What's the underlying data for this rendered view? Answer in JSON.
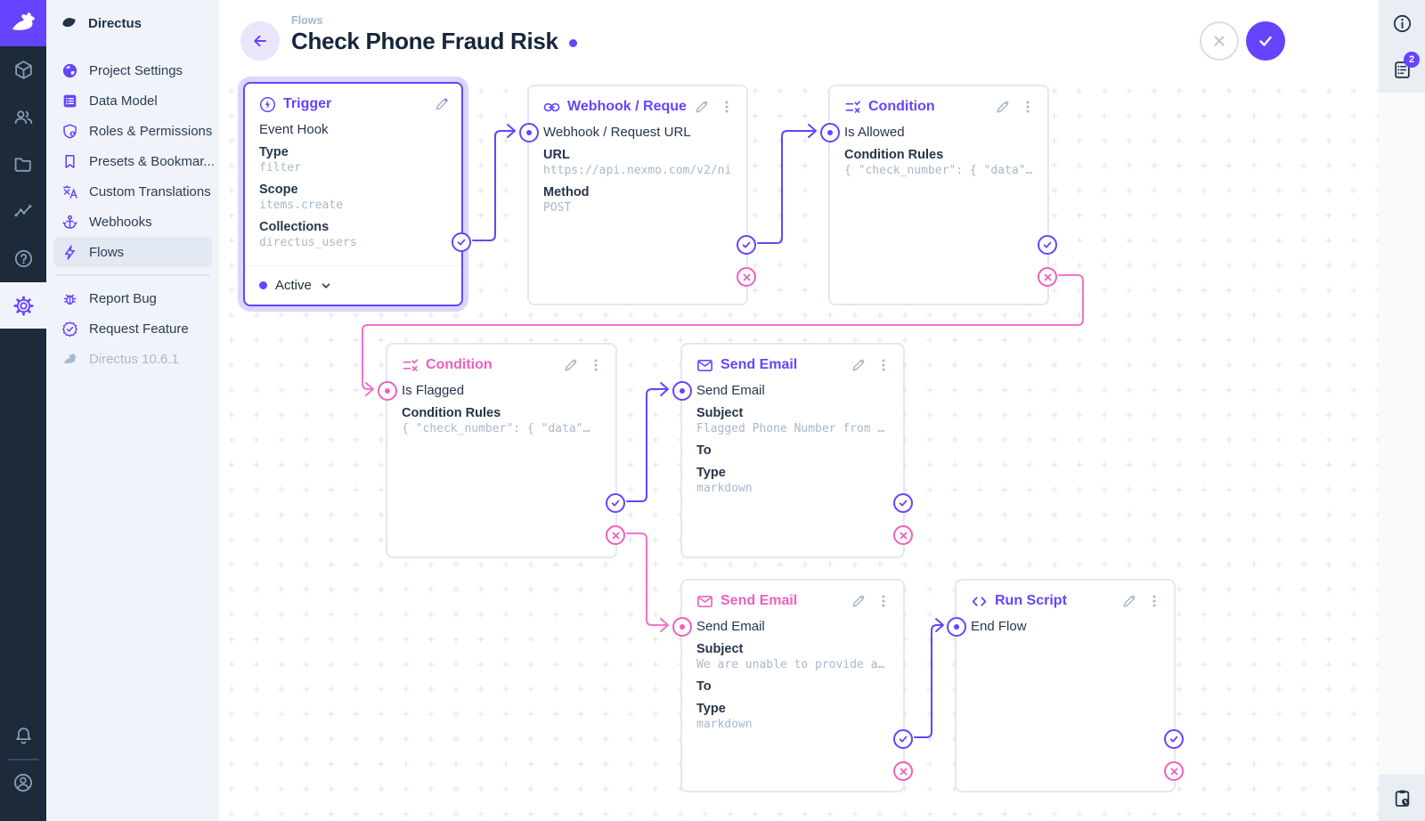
{
  "app": {
    "brand": "Directus"
  },
  "colors": {
    "accent": "#6644ff",
    "reject_pink": "#ee5fc0",
    "module_bar_bg": "#1c2a3a",
    "sidebar_bg": "#f0f4fa"
  },
  "sidebar": {
    "title": "Directus",
    "items": [
      {
        "label": "Project Settings"
      },
      {
        "label": "Data Model"
      },
      {
        "label": "Roles & Permissions"
      },
      {
        "label": "Presets & Bookmar..."
      },
      {
        "label": "Custom Translations"
      },
      {
        "label": "Webhooks"
      },
      {
        "label": "Flows"
      }
    ],
    "footer_items": [
      {
        "label": "Report Bug"
      },
      {
        "label": "Request Feature"
      }
    ],
    "version": "Directus 10.6.1"
  },
  "header": {
    "breadcrumb": "Flows",
    "title": "Check Phone Fraud Risk"
  },
  "right_toolbar": {
    "notifications_badge": "2"
  },
  "canvas": {
    "nodes": [
      {
        "id": "trigger",
        "type_label": "Trigger",
        "subtitle": "Event Hook",
        "fields": [
          {
            "label": "Type",
            "value": "filter"
          },
          {
            "label": "Scope",
            "value": "items.create"
          },
          {
            "label": "Collections",
            "value": "directus_users"
          }
        ],
        "status": "Active"
      },
      {
        "id": "webhook",
        "type_label": "Webhook / Request URL",
        "subtitle": "Webhook / Request URL",
        "fields": [
          {
            "label": "URL",
            "value": "https://api.nexmo.com/v2/ni"
          },
          {
            "label": "Method",
            "value": "POST"
          }
        ]
      },
      {
        "id": "condition-allowed",
        "type_label": "Condition",
        "subtitle": "Is Allowed",
        "fields": [
          {
            "label": "Condition Rules",
            "value": "{ \"check_number\": { \"data\"…"
          }
        ]
      },
      {
        "id": "condition-flagged",
        "type_label": "Condition",
        "subtitle": "Is Flagged",
        "fields": [
          {
            "label": "Condition Rules",
            "value": "{ \"check_number\": { \"data\"…"
          }
        ]
      },
      {
        "id": "send-email-flagged",
        "type_label": "Send Email",
        "subtitle": "Send Email",
        "fields": [
          {
            "label": "Subject",
            "value": "Flagged Phone Number from …"
          },
          {
            "label": "To",
            "value": ""
          },
          {
            "label": "Type",
            "value": "markdown"
          }
        ]
      },
      {
        "id": "send-email-unable",
        "type_label": "Send Email",
        "subtitle": "Send Email",
        "fields": [
          {
            "label": "Subject",
            "value": "We are unable to provide a…"
          },
          {
            "label": "To",
            "value": ""
          },
          {
            "label": "Type",
            "value": "markdown"
          }
        ]
      },
      {
        "id": "run-script",
        "type_label": "Run Script",
        "subtitle": "End Flow",
        "fields": []
      }
    ]
  }
}
